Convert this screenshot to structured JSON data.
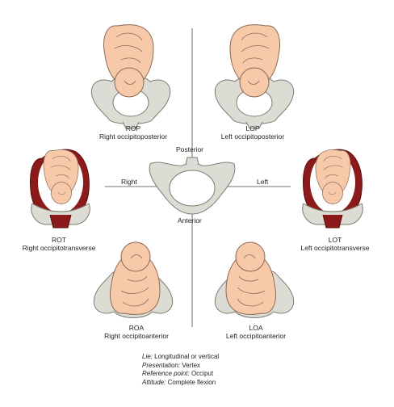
{
  "axes": {
    "posterior": "Posterior",
    "anterior": "Anterior",
    "right": "Right",
    "left": "Left"
  },
  "positions": [
    {
      "code": "ROP",
      "name": "Right occipitoposterior"
    },
    {
      "code": "LOP",
      "name": "Left occipitoposterior"
    },
    {
      "code": "ROT",
      "name": "Right occipitotransverse"
    },
    {
      "code": "LOT",
      "name": "Left occipitotransverse"
    },
    {
      "code": "ROA",
      "name": "Right occipitoanterior"
    },
    {
      "code": "LOA",
      "name": "Left occipitoanterior"
    }
  ],
  "legend": [
    {
      "key": "Lie:",
      "value": "Longitudinal or vertical"
    },
    {
      "key": "Presentation:",
      "value": "Vertex"
    },
    {
      "key": "Reference point:",
      "value": "Occiput"
    },
    {
      "key": "Attitude:",
      "value": "Complete flexion"
    }
  ],
  "colors": {
    "skin": "#f7c9a8",
    "skin_outline": "#8a6a55",
    "bone": "#dcdcd4",
    "bone_outline": "#7d7d75",
    "uterus": "#8b1a1a",
    "axis": "#444444"
  }
}
